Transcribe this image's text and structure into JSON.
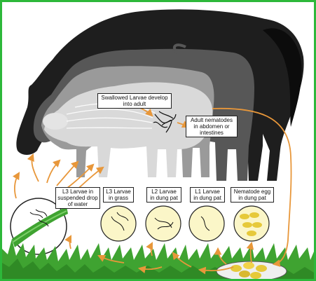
{
  "labels": {
    "swallowed": "Swallowed Larvae develop into adult",
    "adult": "Adult nematodes in abdomen or intestines",
    "l3_water": "L3 Larvae in suspended drop of water",
    "l3_grass": "L3 Larvae in grass",
    "l2": "L2 Larvae in dung pat",
    "l1": "L1 Larvae in dung pat",
    "egg": "Nematode egg in dung pat"
  },
  "colors": {
    "frame": "#2db83a",
    "arrow": "#e8973a",
    "horse": "#1e1e1e",
    "cow": "#575757",
    "goat": "#9a9a9a",
    "sheep": "#d9d9d9",
    "grass": "#3fa331",
    "circle_fill": "#fbf6c8",
    "egg": "#e6c93a"
  },
  "icons": [
    "horse-silhouette",
    "cow-silhouette",
    "goat-silhouette",
    "sheep-silhouette",
    "grass-blade",
    "dung-pat",
    "nematode-worm"
  ]
}
